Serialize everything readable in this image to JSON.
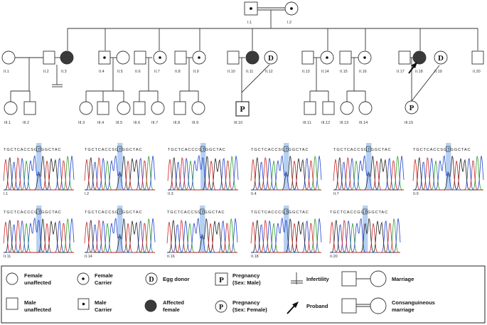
{
  "pedigree": {
    "generation1": [
      "I.1",
      "I.2"
    ],
    "generation2": [
      "II.1",
      "II.2",
      "II.3",
      "II.4",
      "II.5",
      "II.6",
      "II.7",
      "II.8",
      "II.9",
      "II.10",
      "II.11",
      "II.12",
      "II.13",
      "II.14",
      "II.15",
      "II.16",
      "II.17",
      "II.18",
      "II.19",
      "II.20"
    ],
    "generation3": [
      "III.1",
      "III.2",
      "III.3",
      "III.4",
      "III.5",
      "III.6",
      "III.7",
      "III.8",
      "III.9",
      "III.10",
      "III.11",
      "III.12",
      "III.13",
      "III.14",
      "III.15"
    ],
    "symbol_letters": {
      "egg_donor": "D",
      "pregnancy": "P"
    }
  },
  "chromatograms": [
    {
      "label": "I.1",
      "sequence": "TGCTCACCSGTGGCTAC"
    },
    {
      "label": "I.2",
      "sequence": "TGCTCACCSGTGGCTAC"
    },
    {
      "label": "II.3",
      "sequence": "TGCTCACCCGTGGCTAC"
    },
    {
      "label": "II.4",
      "sequence": "TGCTCACCSGTGGCTAC"
    },
    {
      "label": "II.7",
      "sequence": "TGCTCACCSGTGGCTAC"
    },
    {
      "label": "II.9",
      "sequence": "TGCTCACCSGTGGCTAC"
    },
    {
      "label": "II.11",
      "sequence": "TGCTCACCCGTGGCTAC"
    },
    {
      "label": "II.14",
      "sequence": "TGCTCACCSGTGGCTAC"
    },
    {
      "label": "II.16",
      "sequence": "TGCTCACCSGTGGCTAC"
    },
    {
      "label": "II.18",
      "sequence": "TGCTCACCCGTGGCTAC"
    },
    {
      "label": "II.20",
      "sequence": "TGCTCACCGGTGGCTAC"
    }
  ],
  "legend": {
    "female_unaffected": "Female unaffected",
    "male_unaffected": "Male unaffected",
    "female_carrier": "Female Carrier",
    "male_carrier": "Male Carrier",
    "egg_donor": "Egg donor",
    "affected_female": "Affected female",
    "pregnancy_male": "Pregnancy (Sex: Male)",
    "pregnancy_female": "Pregnancy (Sex: Female)",
    "infertility": "Infertility",
    "proband": "Proband",
    "marriage": "Marriage",
    "consanguineous_marriage": "Consanguineous marriage"
  },
  "colors": {
    "line": "#333333",
    "affected": "#3a3a3a",
    "highlight": "#a8c8f0",
    "trace_a": "#2e9e2e",
    "trace_c": "#2244cc",
    "trace_g": "#222222",
    "trace_t": "#cc2222"
  }
}
